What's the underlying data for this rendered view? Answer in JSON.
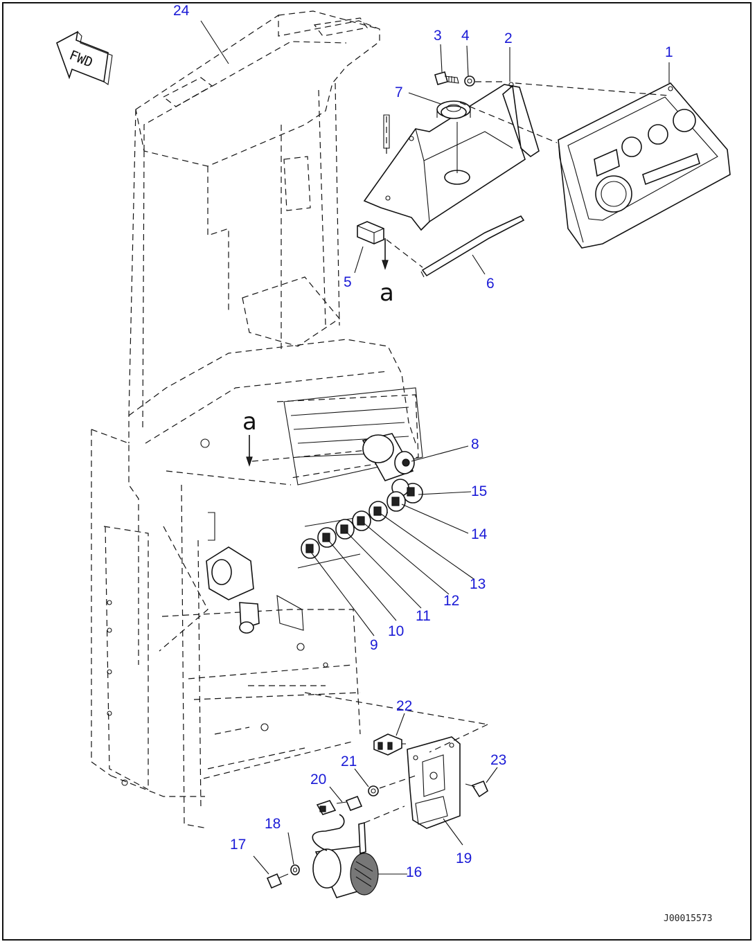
{
  "callouts": [
    {
      "id": "1",
      "label": "1"
    },
    {
      "id": "2",
      "label": "2"
    },
    {
      "id": "3",
      "label": "3"
    },
    {
      "id": "4",
      "label": "4"
    },
    {
      "id": "5",
      "label": "5"
    },
    {
      "id": "6",
      "label": "6"
    },
    {
      "id": "7",
      "label": "7"
    },
    {
      "id": "8",
      "label": "8"
    },
    {
      "id": "9",
      "label": "9"
    },
    {
      "id": "10",
      "label": "10"
    },
    {
      "id": "11",
      "label": "11"
    },
    {
      "id": "12",
      "label": "12"
    },
    {
      "id": "13",
      "label": "13"
    },
    {
      "id": "14",
      "label": "14"
    },
    {
      "id": "15",
      "label": "15"
    },
    {
      "id": "16",
      "label": "16"
    },
    {
      "id": "17",
      "label": "17"
    },
    {
      "id": "18",
      "label": "18"
    },
    {
      "id": "19",
      "label": "19"
    },
    {
      "id": "20",
      "label": "20"
    },
    {
      "id": "21",
      "label": "21"
    },
    {
      "id": "22",
      "label": "22"
    },
    {
      "id": "23",
      "label": "23"
    },
    {
      "id": "24",
      "label": "24"
    }
  ],
  "markers": {
    "top": "a",
    "bottom": "a"
  },
  "fwd_arrow": "FWD",
  "drawing_code": "J00015573",
  "colors": {
    "callout": "#1a1ad6",
    "line": "#111111",
    "background": "#ffffff"
  }
}
